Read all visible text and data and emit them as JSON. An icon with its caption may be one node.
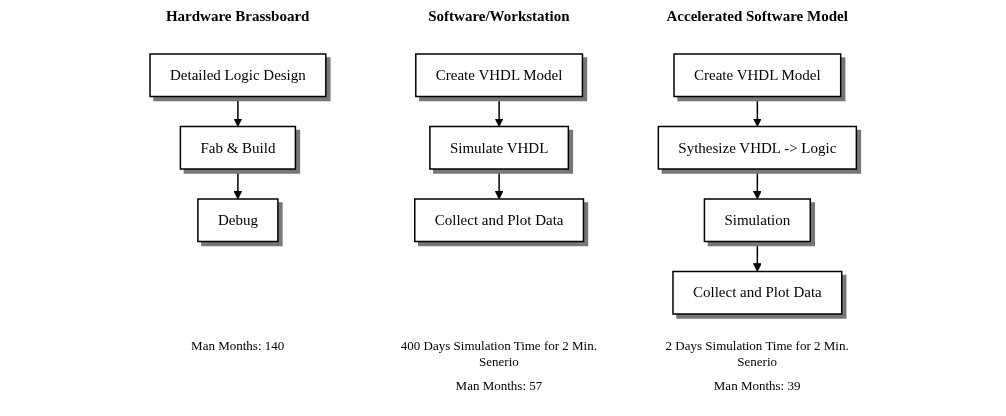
{
  "diagram": {
    "nodes": [
      {
        "text": [
          "Detailed Logic Design"
        ]
      },
      {
        "text": [
          "Fab & Build"
        ]
      },
      {
        "text": [
          "Debug"
        ]
      },
      {
        "text": [
          "Create VHDL Model"
        ]
      },
      {
        "text": [
          "Simulate VHDL"
        ]
      },
      {
        "text": [
          "Collect and Plot Data"
        ]
      },
      {
        "text": [
          "Create VHDL Model"
        ]
      },
      {
        "text": [
          "Sythesize VHDL -> Logic"
        ]
      },
      {
        "text": [
          "Simulation"
        ]
      },
      {
        "text": [
          "Collect and Plot Data"
        ]
      }
    ],
    "edges": [
      {
        "from": 0,
        "to": 1,
        "arrow": "to"
      },
      {
        "from": 1,
        "to": 2,
        "arrow": "to"
      },
      {
        "from": 3,
        "to": 4,
        "arrow": "to"
      },
      {
        "from": 4,
        "to": 5,
        "arrow": "to"
      },
      {
        "from": 6,
        "to": 7,
        "arrow": "to"
      },
      {
        "from": 7,
        "to": 8,
        "arrow": "to"
      },
      {
        "from": 8,
        "to": 9,
        "arrow": "to"
      }
    ],
    "labels": [
      "Hardware Brassboard",
      "Software/Workstation",
      "Accelerated Software Model",
      "Man Months: 140",
      "400 Days Simulation Time for 2 Min. Senerio",
      "2 Days Simulation Time for 2 Min. Senerio",
      "Man Months: 57",
      "Man Months: 39"
    ]
  }
}
